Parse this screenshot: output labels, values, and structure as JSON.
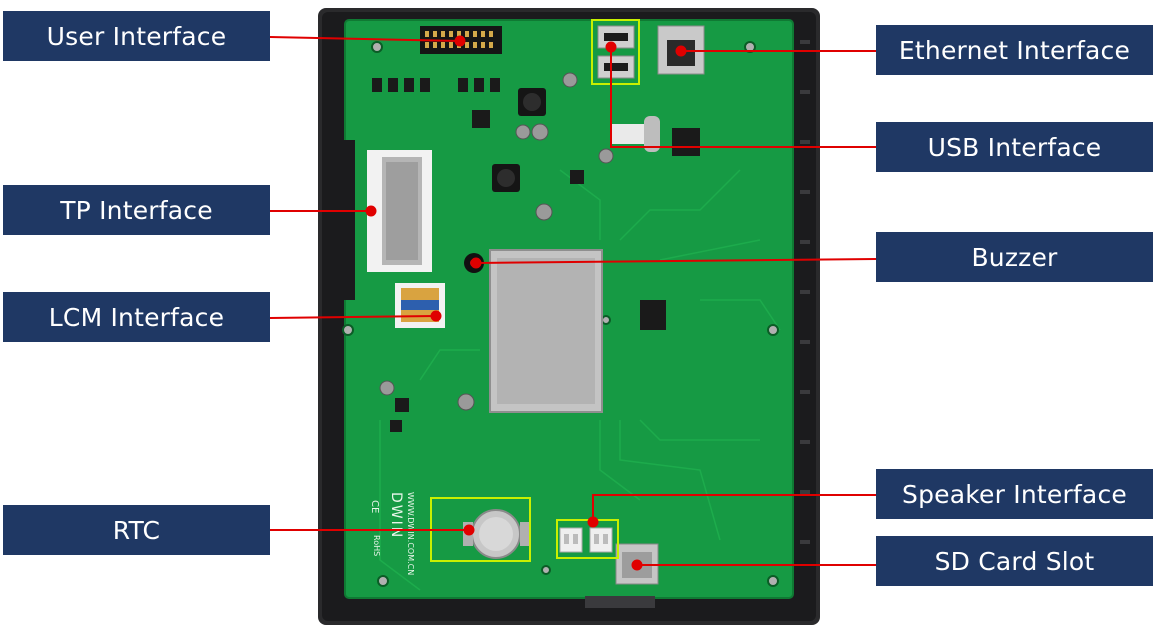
{
  "labels": {
    "user_interface": "User Interface",
    "tp_interface": "TP Interface",
    "lcm_interface": "LCM Interface",
    "rtc": "RTC",
    "ethernet_interface": "Ethernet Interface",
    "usb_interface": "USB Interface",
    "buzzer": "Buzzer",
    "speaker_interface": "Speaker Interface",
    "sd_card_slot": "SD Card Slot"
  },
  "silkscreen": {
    "brand": "DWIN",
    "url": "WWW.DWIN.COM.CN",
    "ce_mark": "CE",
    "rohs_mark": "RoHS"
  },
  "colors": {
    "label_bg": "#1f3864",
    "label_text": "#ffffff",
    "leader_line": "#e00000",
    "pcb": "#169a44",
    "highlight_box": "#c8f000",
    "enclosure": "#2a2a2c"
  }
}
